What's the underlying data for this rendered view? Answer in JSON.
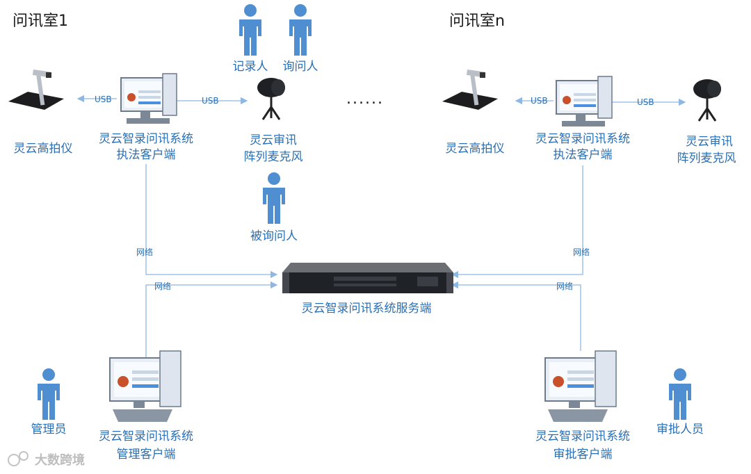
{
  "rooms": [
    {
      "title": "问讯室1"
    },
    {
      "title": "问讯室n"
    }
  ],
  "people": {
    "recorder": "记录人",
    "inquirer": "询问人",
    "inquired": "被询问人",
    "admin": "管理员",
    "approver": "审批人员"
  },
  "devices": {
    "camera": "灵云高拍仪",
    "client_line1": "灵云智录问讯系统",
    "law_client_line2": "执法客户端",
    "mic_line1": "灵云审讯",
    "mic_line2": "阵列麦克风",
    "server": "灵云智录问讯系统服务端",
    "admin_line1": "灵云智录问讯系统",
    "admin_line2": "管理客户端",
    "approver_line1": "灵云智录问讯系统",
    "approver_line2": "审批客户端"
  },
  "links": {
    "usb": "USB",
    "network": "网络"
  },
  "ellipsis": "......",
  "watermark": "大数跨境",
  "colors": {
    "person": "#4f8fd1",
    "text": "#2a6fb3",
    "line": "#8eb8e2",
    "title": "#1a1a1a"
  }
}
